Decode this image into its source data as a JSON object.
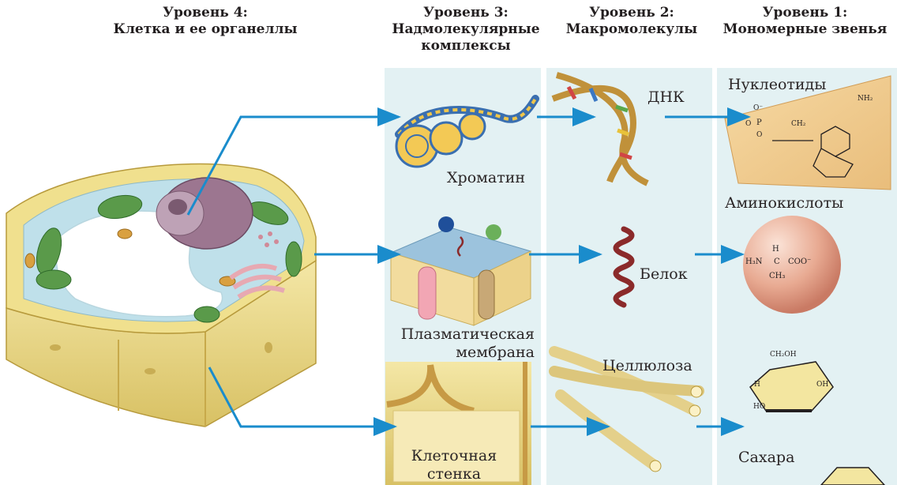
{
  "headers": {
    "level4": "Уровень 4:\nКлетка и ее органеллы",
    "level3": "Уровень 3:\nНадмолекулярные\nкомплексы",
    "level2": "Уровень 2:\nМакромолекулы",
    "level1": "Уровень 1:\nМономерные звенья"
  },
  "labels": {
    "chromatin": "Хроматин",
    "membrane": "Плазматическая\nмембрана",
    "cell_wall": "Клеточная\nстенка",
    "dna": "ДНК",
    "protein": "Белок",
    "cellulose": "Целлюлоза",
    "nucleotides": "Нуклеотиды",
    "amino_acids": "Аминокислоты",
    "sugars": "Сахара"
  },
  "formulas": {
    "amino": {
      "h": "H",
      "n": "H₃N",
      "c": "C",
      "coo": "COO⁻",
      "ch3": "CH₃"
    },
    "nucleotide": {
      "o1": "O⁻",
      "p": "P",
      "o2": "O",
      "o3": "O",
      "ch2": "CH₂",
      "nh2": "NH₂"
    },
    "sugar": {
      "ch2oh": "CH₂OH",
      "oh": "OH",
      "ho": "HO",
      "h": "H"
    }
  },
  "colors": {
    "arrow": "#1a8ccc",
    "panel": "#e3f1f3",
    "cell_wall": "#ead98a",
    "chloroplast": "#5a9a4a",
    "nucleus": "#9c7690",
    "protein": "#8b2a2a",
    "amino_sphere": "#e8aa92"
  }
}
